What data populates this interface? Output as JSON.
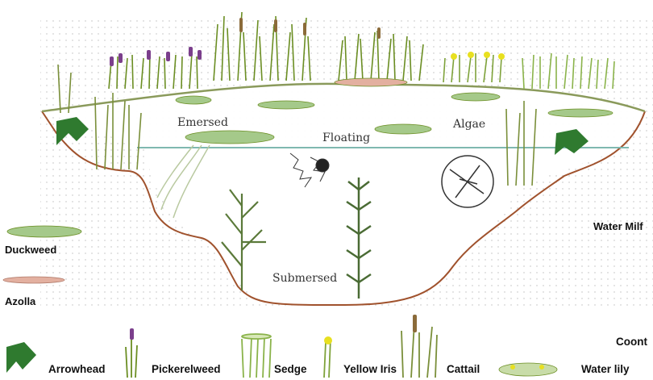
{
  "zones": {
    "emersed": "Emersed",
    "floating": "Floating",
    "algae": "Algae",
    "submersed": "Submersed"
  },
  "side_labels": {
    "duckweed": "Duckweed",
    "azolla": "Azolla",
    "water_milfoil": "Water Milf",
    "coontail": "Coont"
  },
  "legend": {
    "arrowhead": "Arrowhead",
    "pickerelweed": "Pickerelweed",
    "sedge": "Sedge",
    "yellow_iris": "Yellow Iris",
    "cattail": "Cattail",
    "water_lily": "Water lily"
  },
  "colors": {
    "bank": "#a0522d",
    "water_line": "#7fb8b0",
    "plant_green": "#6b8e23",
    "dark_green": "#2f6b2f",
    "purple": "#7b3f8c",
    "yellow": "#e8e020"
  }
}
